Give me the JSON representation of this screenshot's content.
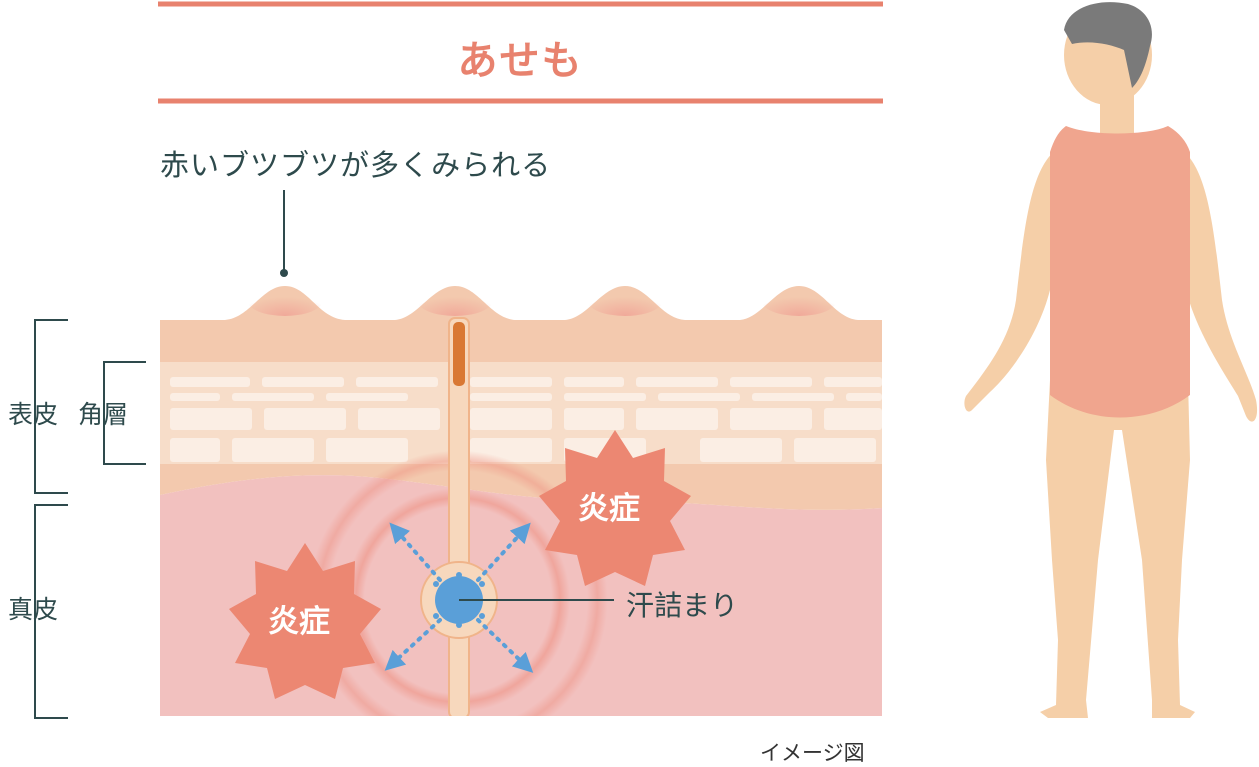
{
  "title": "あせも",
  "caption": "赤いブツブツが多くみられる",
  "labels": {
    "epidermis": "表皮",
    "stratum_corneum": "角層",
    "dermis": "真皮",
    "inflammation_1": "炎症",
    "inflammation_2": "炎症",
    "blockage": "汗詰まり"
  },
  "note": "イメージ図",
  "colors": {
    "accent": "#e8826e",
    "text": "#2e4a4c",
    "epidermis": "#f3c9ae",
    "dermis": "#f2c1bf",
    "sweat_plug": "#5a9fd8",
    "body_skin": "#f5cfa8",
    "shirt": "#f0a58e",
    "hair": "#7a7a7a"
  }
}
